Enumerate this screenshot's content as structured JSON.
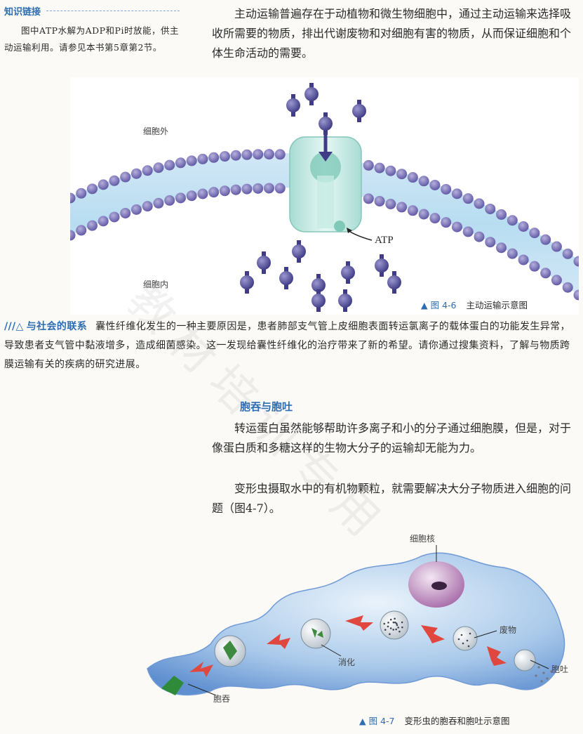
{
  "sidebar": {
    "title": "知识链接",
    "text": "图中ATP水解为ADP和Pi时放能，供主动运输利用。请参见本书第5章第2节。"
  },
  "main_text": "主动运输普遍存在于动植物和微生物细胞中，通过主动运输来选择吸收所需要的物质，排出代谢废物和对细胞有害的物质，从而保证细胞和个体生命活动的需要。",
  "figure1": {
    "label_outside": "细胞外",
    "label_inside": "细胞内",
    "label_atp": "ATP",
    "caption_number": "图 4-6",
    "caption_text": "主动运输示意图"
  },
  "society": {
    "heading": "与社会的联系",
    "text": "囊性纤维化发生的一种主要原因是，患者肺部支气管上皮细胞表面转运氯离子的载体蛋白的功能发生异常，导致患者支气管中黏液增多，造成细菌感染。这一发现给囊性纤维化的治疗带来了新的希望。请你通过搜集资料，了解与物质跨膜运输有关的疾病的研究进展。"
  },
  "section": {
    "title": "胞吞与胞吐",
    "para1": "转运蛋白虽然能够帮助许多离子和小的分子通过细胞膜，但是，对于像蛋白质和多糖这样的生物大分子的运输却无能为力。",
    "para2": "变形虫摄取水中的有机物颗粒，就需要解决大分子物质进入细胞的问题（图4-7）。"
  },
  "figure2": {
    "label_nucleus": "细胞核",
    "label_waste": "废物",
    "label_digest": "消化",
    "label_exocytosis": "胞吐",
    "label_endocytosis": "胞吞",
    "caption_number": "图 4-7",
    "caption_text": "变形虫的胞吞和胞吐示意图"
  },
  "watermark": "教材培训专用"
}
